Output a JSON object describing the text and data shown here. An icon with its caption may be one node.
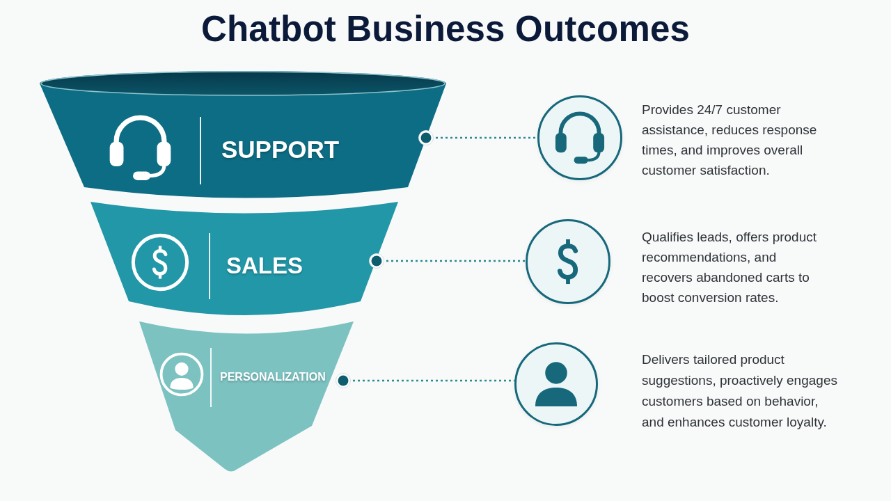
{
  "diagram": {
    "title": "Chatbot Business Outcomes",
    "nodes": [
      {
        "text": [
          "SUPPORT"
        ]
      },
      {
        "text": [
          "SALES"
        ]
      },
      {
        "text": [
          "PERSONALIZATION"
        ]
      },
      {
        "text": [],
        "shape": "circle",
        "beside": [
          "Provides 24/7 customer assistance, reduces response times, and improves overall customer satisfaction."
        ]
      },
      {
        "text": [],
        "shape": "circle",
        "beside": [
          "Qualifies leads, offers product recommendations, and recovers abandoned carts to boost conversion rates."
        ]
      },
      {
        "text": [],
        "shape": "circle",
        "beside": [
          "Delivers tailored product suggestions, proactively engages customers based on behavior, and enhances customer loyalty."
        ]
      }
    ],
    "edges": [
      {
        "from": 0,
        "to": 3,
        "arrow": "other",
        "style": "dashed"
      },
      {
        "from": 1,
        "to": 4,
        "arrow": "other",
        "style": "dashed"
      },
      {
        "from": 2,
        "to": 5,
        "arrow": "other",
        "style": "dashed"
      }
    ]
  }
}
